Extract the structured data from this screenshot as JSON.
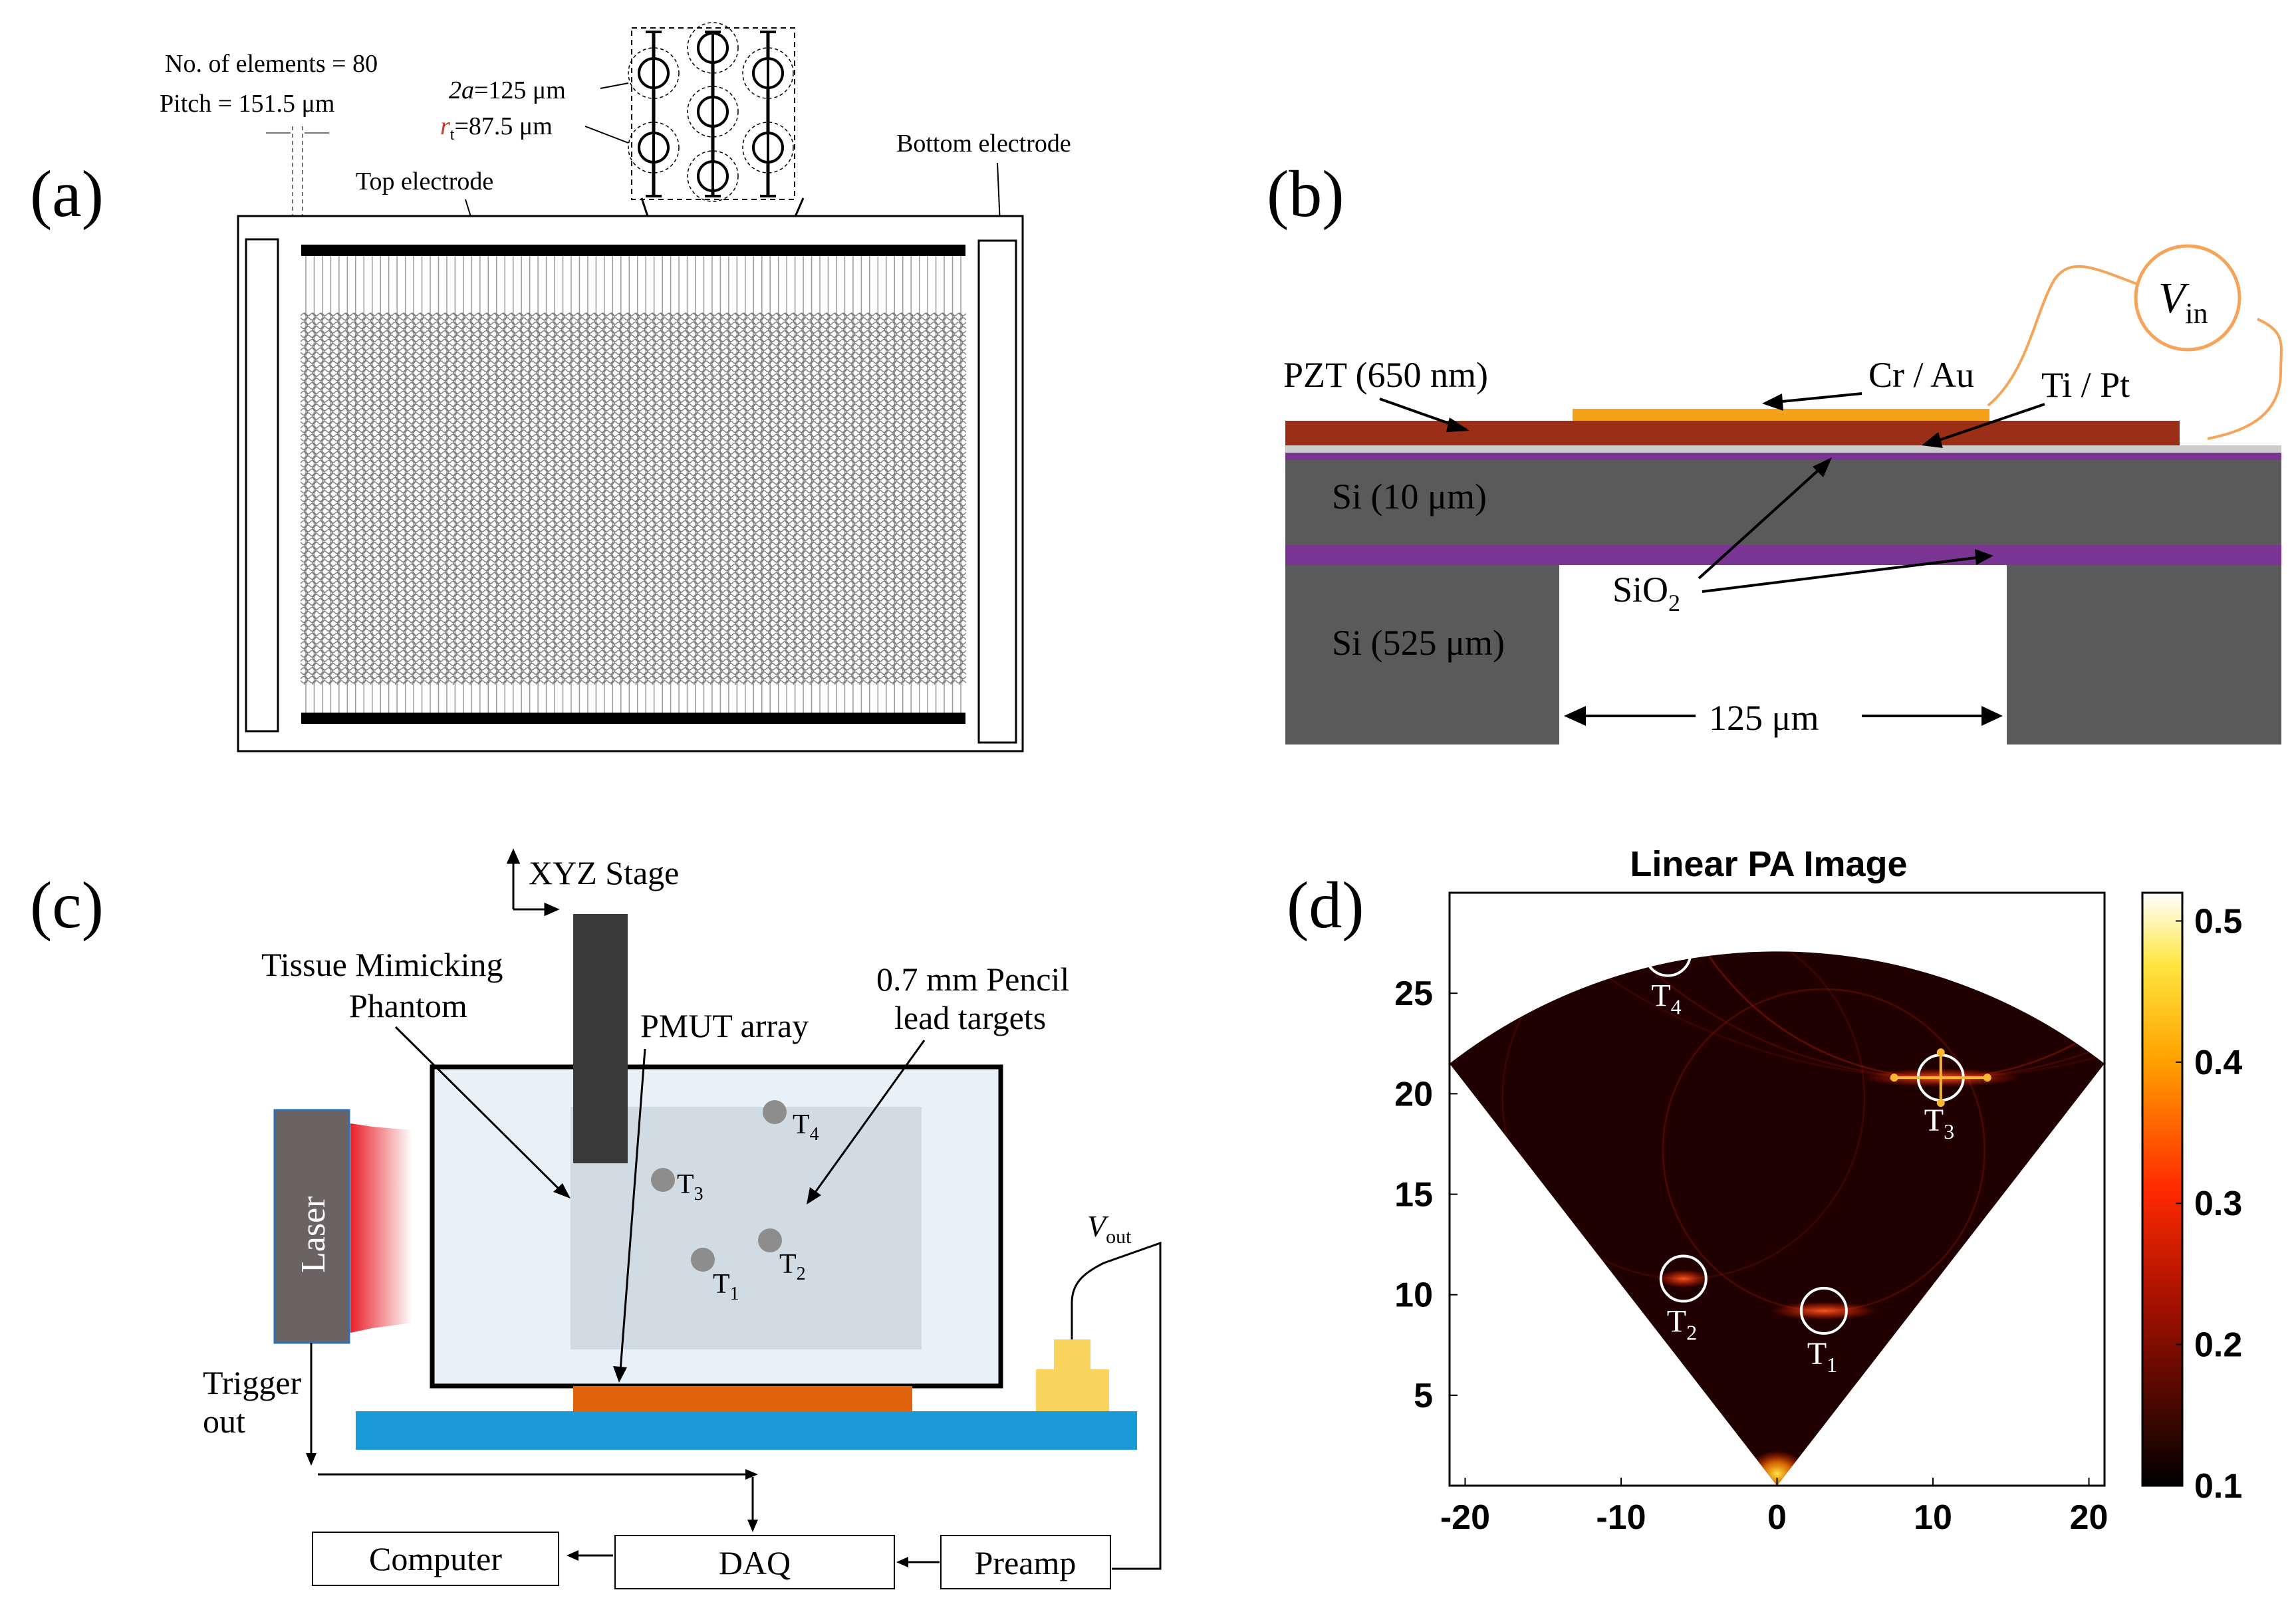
{
  "panel_a": {
    "label": "(a)",
    "elements_text": "No. of elements = 80",
    "pitch_text": "Pitch = 151.5 μm",
    "two_a_var": "2a",
    "two_a_text": "=125 μm",
    "rt_var": "r",
    "rt_sub": "t",
    "rt_text": "=87.5 μm",
    "top_electrode": "Top electrode",
    "bottom_electrode": "Bottom electrode",
    "element_count": 80
  },
  "panel_b": {
    "label": "(b)",
    "vin_var": "V",
    "vin_sub": "in",
    "pzt": "PZT (650 nm)",
    "cr_au": "Cr / Au",
    "ti_pt": "Ti / Pt",
    "si_10": "Si (10 μm)",
    "sio2_main": "SiO",
    "sio2_sub": "2",
    "si_525": "Si (525 μm)",
    "width_label": "125 μm",
    "colors": {
      "pzt": "#9b2e16",
      "electrode": "#f5a21b",
      "sio2": "#7a3493",
      "si": "#5a5a5a",
      "wire": "#f5a45a"
    }
  },
  "panel_c": {
    "label": "(c)",
    "xyz_stage": "XYZ Stage",
    "phantom_line1": "Tissue Mimicking",
    "phantom_line2": "Phantom",
    "pmut_array": "PMUT array",
    "pencil_line1": "0.7 mm Pencil",
    "pencil_line2": "lead targets",
    "laser": "Laser",
    "trigger_line1": "Trigger",
    "trigger_line2": "out",
    "vout_var": "V",
    "vout_sub": "out",
    "computer": "Computer",
    "daq": "DAQ",
    "preamp": "Preamp",
    "targets": [
      {
        "main": "T",
        "sub": "1"
      },
      {
        "main": "T",
        "sub": "2"
      },
      {
        "main": "T",
        "sub": "3"
      },
      {
        "main": "T",
        "sub": "4"
      }
    ],
    "colors": {
      "tank": "#e8f1f8",
      "phantom": "#d0dbe4",
      "base": "#1a9ad6",
      "pmut": "#e0620d",
      "preamp_block": "#f9d45f",
      "laser": "#6b6264"
    }
  },
  "panel_d": {
    "label": "(d)",
    "chart_data": {
      "type": "heatmap",
      "title": "Linear PA Image",
      "xlabel": "",
      "ylabel": "",
      "xlim": [
        -21,
        21
      ],
      "ylim": [
        0.5,
        30
      ],
      "x_ticks": [
        -20,
        -10,
        0,
        10,
        20
      ],
      "y_ticks": [
        5,
        10,
        15,
        20,
        25
      ],
      "colorbar": {
        "min": 0.1,
        "max": 0.52,
        "ticks": [
          0.1,
          0.2,
          0.3,
          0.4,
          0.5
        ],
        "colormap": "hot"
      },
      "annotations": [
        {
          "label_main": "T",
          "label_sub": "1",
          "x": 3,
          "y": 9.2
        },
        {
          "label_main": "T",
          "label_sub": "2",
          "x": -6,
          "y": 10.8
        },
        {
          "label_main": "T",
          "label_sub": "3",
          "x": 10.5,
          "y": 20.8
        },
        {
          "label_main": "T",
          "label_sub": "4",
          "x": -7,
          "y": 27
        }
      ]
    }
  }
}
